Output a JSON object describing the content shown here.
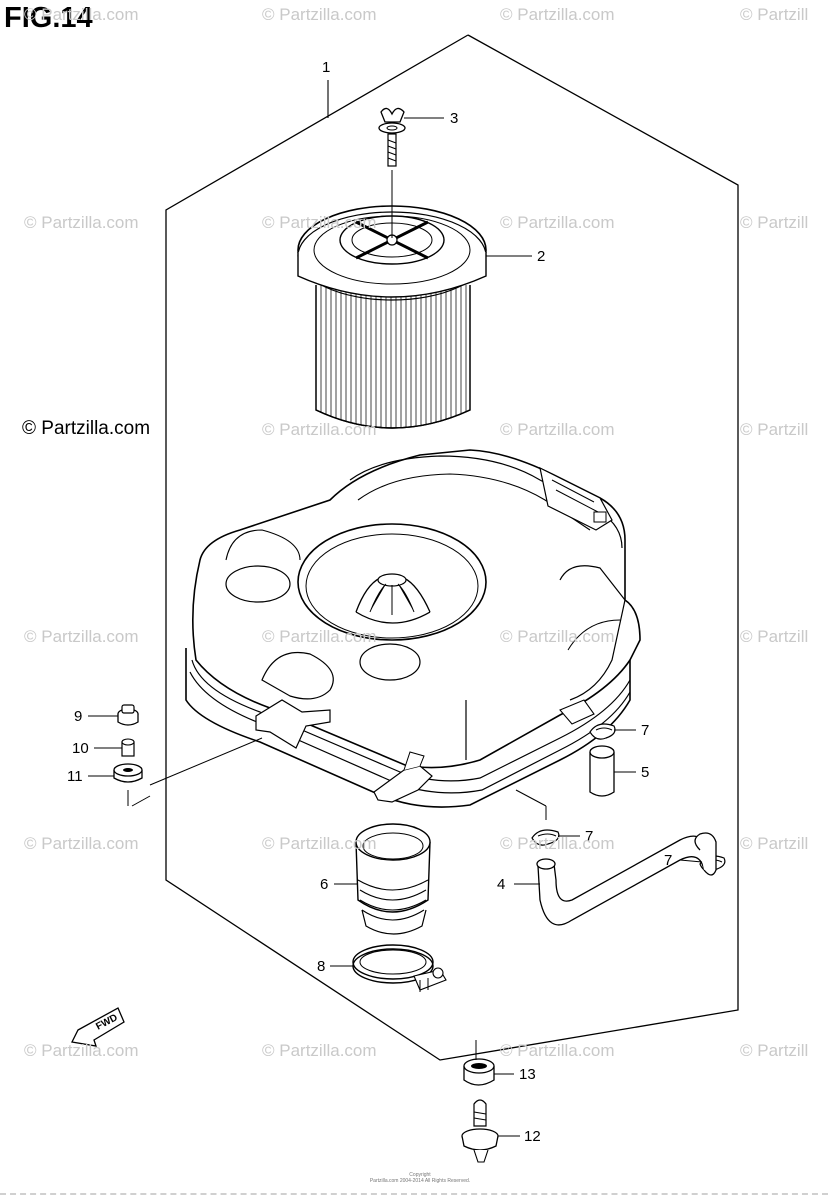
{
  "figure": {
    "title": "FIG.14",
    "watermark_main": "© Partzilla.com",
    "watermark_tile": "© Partzilla.com",
    "watermark_tile_cut": "© Partzill",
    "footer_line1": "Copyright",
    "footer_line2": "Partzilla.com 2004-2014 All Rights Reserved.",
    "fwd_label": "FWD"
  },
  "callouts": [
    {
      "id": "1",
      "label": "1"
    },
    {
      "id": "2",
      "label": "2"
    },
    {
      "id": "3",
      "label": "3"
    },
    {
      "id": "4",
      "label": "4"
    },
    {
      "id": "5",
      "label": "5"
    },
    {
      "id": "6",
      "label": "6"
    },
    {
      "id": "7",
      "label": "7"
    },
    {
      "id": "8",
      "label": "8"
    },
    {
      "id": "9",
      "label": "9"
    },
    {
      "id": "10",
      "label": "10"
    },
    {
      "id": "11",
      "label": "11"
    },
    {
      "id": "12",
      "label": "12"
    },
    {
      "id": "13",
      "label": "13"
    }
  ]
}
